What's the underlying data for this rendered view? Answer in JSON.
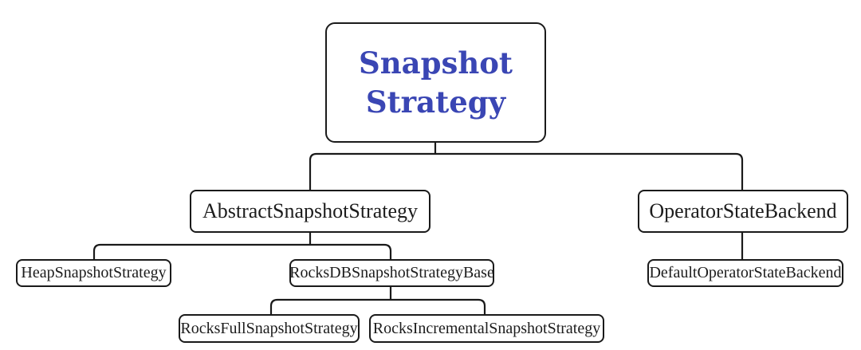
{
  "diagram": {
    "nodes": {
      "snapshot_strategy": {
        "label": "Snapshot Strategy"
      },
      "abstract_snapshot_strategy": {
        "label": "AbstractSnapshotStrategy"
      },
      "operator_state_backend": {
        "label": "OperatorStateBackend"
      },
      "heap_snapshot_strategy": {
        "label": "HeapSnapshotStrategy"
      },
      "rocksdb_snapshot_strategy_base": {
        "label": "RocksDBSnapshotStrategyBase"
      },
      "default_operator_state_backend": {
        "label": "DefaultOperatorStateBackend"
      },
      "rocks_full_snapshot_strategy": {
        "label": "RocksFullSnapshotStrategy"
      },
      "rocks_incremental_snapshot_strategy": {
        "label": "RocksIncrementalSnapshotStrategy"
      }
    },
    "hierarchy": [
      {
        "parent": "Snapshot Strategy",
        "children": [
          "AbstractSnapshotStrategy",
          "OperatorStateBackend"
        ]
      },
      {
        "parent": "AbstractSnapshotStrategy",
        "children": [
          "HeapSnapshotStrategy",
          "RocksDBSnapshotStrategyBase"
        ]
      },
      {
        "parent": "OperatorStateBackend",
        "children": [
          "DefaultOperatorStateBackend"
        ]
      },
      {
        "parent": "RocksDBSnapshotStrategyBase",
        "children": [
          "RocksFullSnapshotStrategy",
          "RocksIncrementalSnapshotStrategy"
        ]
      }
    ],
    "colors": {
      "root_label": "#3a46b4",
      "node_label": "#1c1c1c",
      "node_border": "#1a1a1a",
      "connector": "#1a1a1a",
      "background": "#ffffff"
    }
  }
}
